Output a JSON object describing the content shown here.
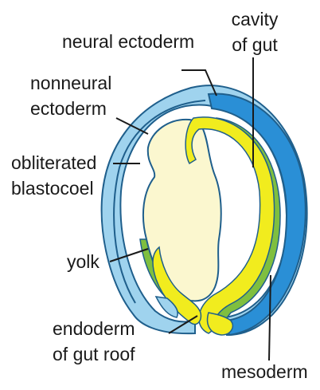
{
  "diagram": {
    "labels": {
      "cavity_of_gut": [
        "cavity",
        "of gut"
      ],
      "neural_ectoderm": "neural ectoderm",
      "nonneural_ectoderm": [
        "nonneural",
        "ectoderm"
      ],
      "obliterated_blastocoel": [
        "obliterated",
        "blastocoel"
      ],
      "yolk": "yolk",
      "endoderm_of_gut_roof": [
        "endoderm",
        "of gut roof"
      ],
      "mesoderm": "mesoderm"
    },
    "colors": {
      "outer_ectoderm": "#9fd3ee",
      "neural_ectoderm": "#2a8fd6",
      "outline": "#1f5f8c",
      "mesoderm": "#7fbf3f",
      "endoderm": "#f1ec1e",
      "yolk": "#fbf7cf",
      "leader": "#1a1a1a",
      "background": "#ffffff"
    }
  }
}
